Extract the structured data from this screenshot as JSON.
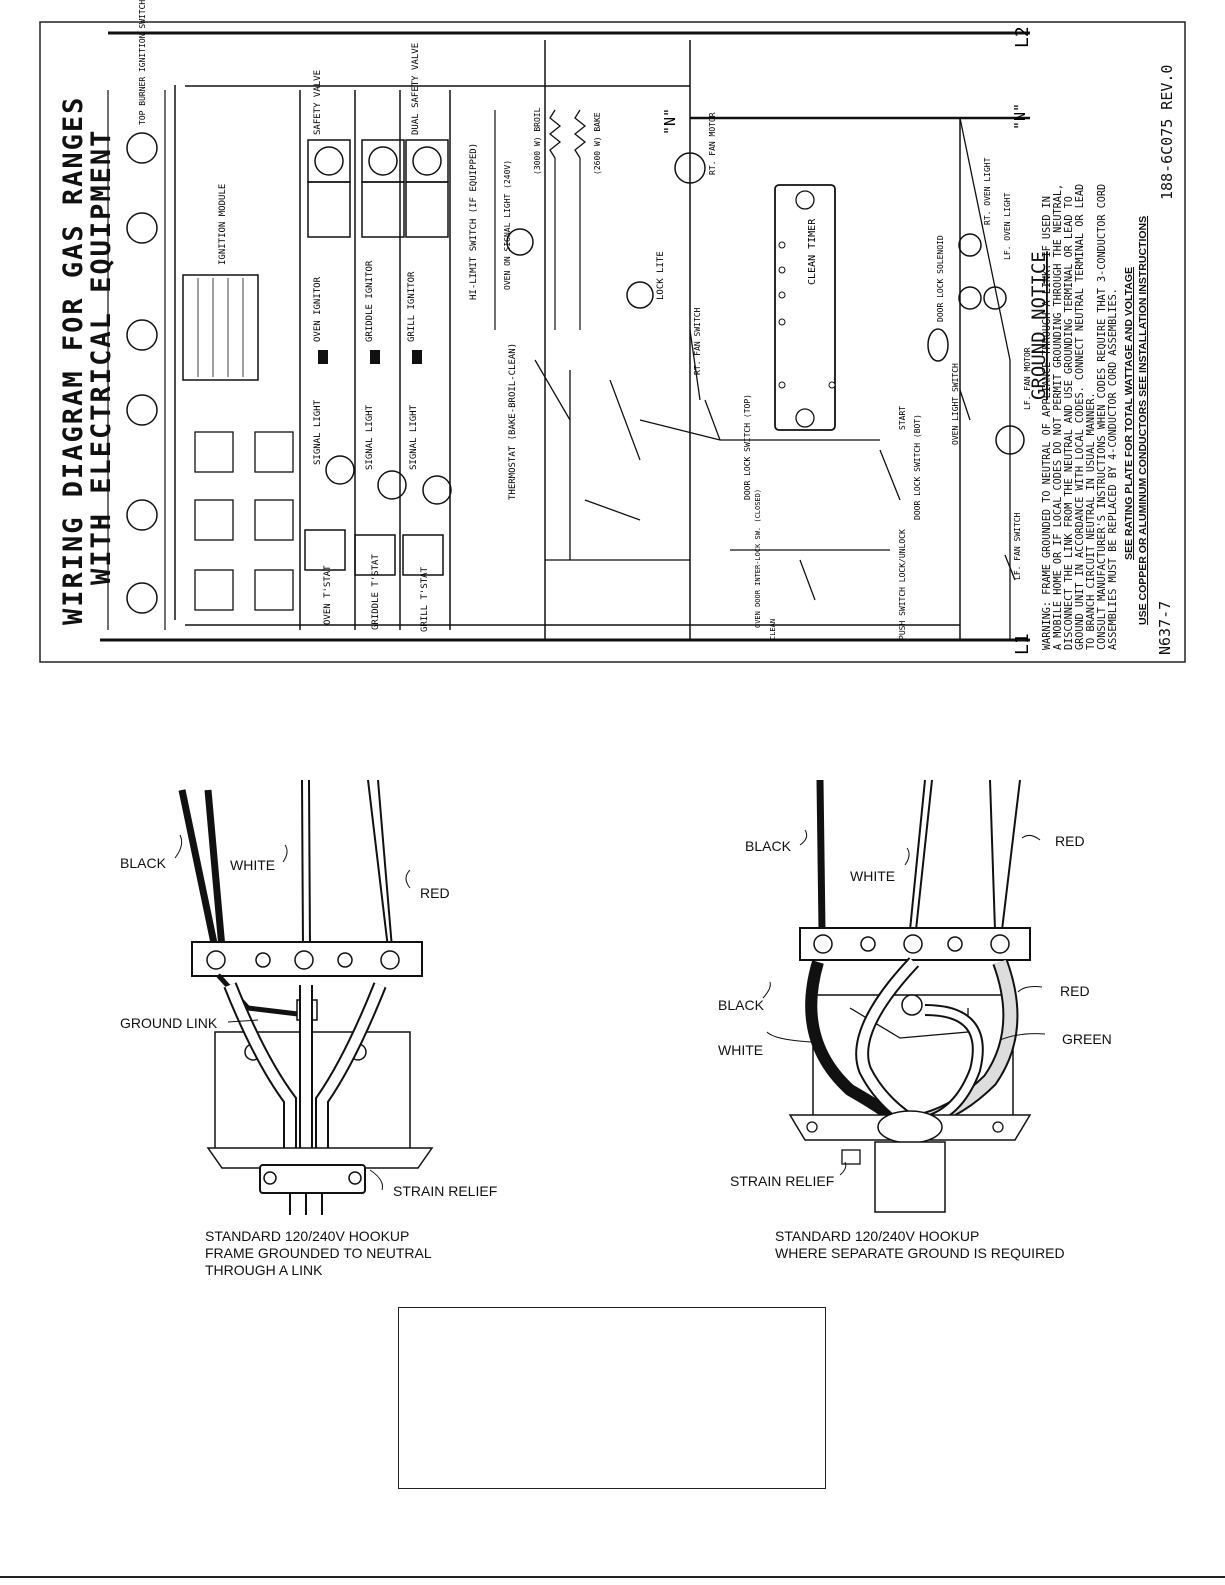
{
  "wiring": {
    "title_line1": "WIRING DIAGRAM FOR GAS RANGES",
    "title_line2": "WITH ELECTRICAL EQUIPMENT",
    "notice_title": "GROUND NOTICE",
    "warning_lines": [
      "WARNING: FRAME GROUNDED TO NEUTRAL OF APPLIANCE THROUGH A LINK. IF USED IN",
      "A MOBILE HOME OR IF LOCAL CODES DO NOT PERMIT GROUNDING THROUGH THE NEUTRAL,",
      "DISCONNECT THE LINK FROM THE NEUTRAL AND USE GROUNDING TERMINAL OR LEAD TO",
      "GROUND UNIT IN ACCORDANCE WITH LOCAL CODES. CONNECT NEUTRAL TERMINAL OR LEAD",
      "TO BRANCH CIRCUIT NEUTRAL IN USUAL MANNER.",
      "CONSULT MANUFACTURER'S INSTRUCTIONS WHEN CODES REQUIRE THAT 3-CONDUCTOR CORD",
      "ASSEMBLIES MUST BE REPLACED BY 4-CONDUCTOR CORD ASSEMBLIES."
    ],
    "rating_note": "SEE RATING PLATE FOR TOTAL WATTAGE AND VOLTAGE",
    "conductor_note": "USE COPPER OR ALUMINUM CONDUCTORS SEE INSTALLATION INSTRUCTIONS",
    "part_no": "188-6C075 REV.0",
    "code": "N637-7",
    "l1": "L1",
    "l2": "L2",
    "neutral": "\"N\"",
    "labels": {
      "top_burner_switches": "TOP BURNER IGNITION SWITCHES",
      "ignition_module": "IGNITION MODULE",
      "safety_valve": "SAFETY VALVE",
      "dual_safety_valve": "DUAL SAFETY VALVE",
      "oven_ignitor": "OVEN IGNITOR",
      "griddle_ignitor": "GRIDDLE IGNITOR",
      "grill_ignitor": "GRILL IGNITOR",
      "signal_light": "SIGNAL LIGHT",
      "oven_tstat": "OVEN T'STAT",
      "griddle_tstat": "GRIDDLE T'STAT",
      "grill_tstat": "GRILL T'STAT",
      "hi_limit": "HI-LIMIT SWITCH (IF EQUIPPED)",
      "oven_signal": "OVEN ON SIGNAL LIGHT (240V)",
      "broil": "(3000 W) BROIL",
      "bake": "(2600 W) BAKE",
      "thermostat": "THERMOSTAT (BAKE-BROIL-CLEAN)",
      "lock_lite": "LOCK LITE",
      "rt_fan_motor": "RT. FAN MOTOR",
      "rt_fan_switch": "RT. FAN SWITCH",
      "clean_timer": "CLEAN TIMER",
      "door_lock_top": "DOOR LOCK SWITCH (TOP)",
      "door_lock_bot": "DOOR LOCK SWITCH (BOT)",
      "door_lock_solenoid": "DOOR LOCK SOLENOID",
      "oven_light_switch": "OVEN LIGHT SWITCH",
      "rt_oven_light": "RT. OVEN LIGHT",
      "lf_oven_light": "LF. OVEN LIGHT",
      "lf_fan_motor": "LF. FAN MOTOR",
      "lf_fan_switch": "LF. FAN SWITCH",
      "push_switch": "PUSH SWITCH LOCK/UNLOCK",
      "oven_door_interlock": "OVEN DOOR INTER-LOCK SW. (CLOSED)",
      "clean": "CLEAN",
      "start": "START"
    }
  },
  "hookups": {
    "left": {
      "wire_black": "BLACK",
      "wire_white": "WHITE",
      "wire_red": "RED",
      "ground_link": "GROUND LINK",
      "strain_relief": "STRAIN RELIEF",
      "caption": [
        "STANDARD 120/240V HOOKUP",
        "FRAME GROUNDED TO NEUTRAL",
        "THROUGH A LINK"
      ]
    },
    "right": {
      "wire_black_top": "BLACK",
      "wire_white_top": "WHITE",
      "wire_red_top": "RED",
      "wire_black": "BLACK",
      "wire_white": "WHITE",
      "wire_red": "RED",
      "wire_green": "GREEN",
      "strain_relief": "STRAIN RELIEF",
      "caption": [
        "STANDARD 120/240V HOOKUP",
        "WHERE SEPARATE GROUND IS REQUIRED"
      ]
    }
  }
}
